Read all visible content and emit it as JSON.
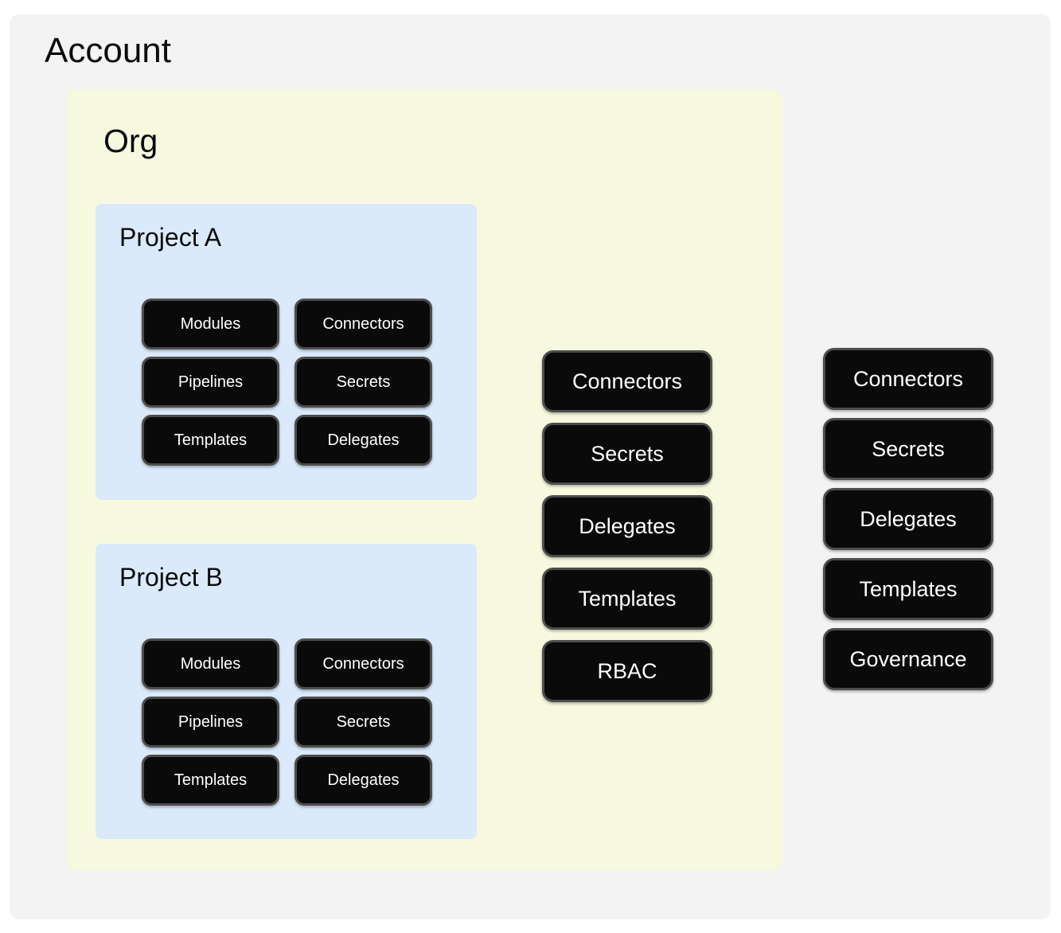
{
  "diagram": {
    "account": {
      "title": "Account",
      "buttons": [
        "Connectors",
        "Secrets",
        "Delegates",
        "Templates",
        "Governance"
      ]
    },
    "org": {
      "title": "Org",
      "buttons": [
        "Connectors",
        "Secrets",
        "Delegates",
        "Templates",
        "RBAC"
      ]
    },
    "project_a": {
      "title": "Project A",
      "buttons": [
        "Modules",
        "Connectors",
        "Pipelines",
        "Secrets",
        "Templates",
        "Delegates"
      ]
    },
    "project_b": {
      "title": "Project B",
      "buttons": [
        "Modules",
        "Connectors",
        "Pipelines",
        "Secrets",
        "Templates",
        "Delegates"
      ]
    },
    "colors": {
      "page_bg": "#ffffff",
      "account_bg": "#f3f3f4",
      "org_bg": "#f7f9df",
      "project_bg": "#dbeafb",
      "node_bg": "#0a0a0a",
      "node_border": "#4d4d4d",
      "node_text": "#ffffff",
      "title_text": "#0b0b0b"
    }
  }
}
